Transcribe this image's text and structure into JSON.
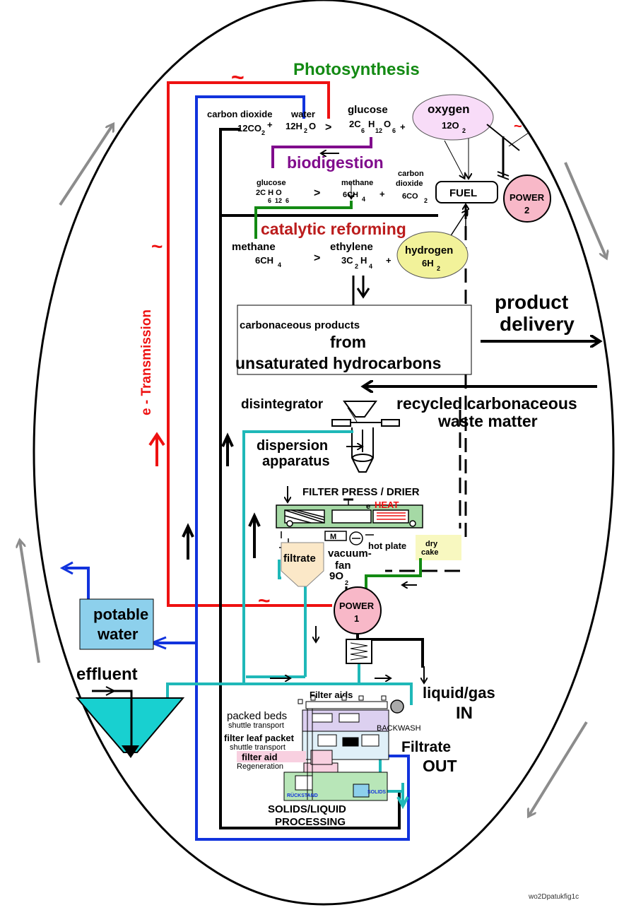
{
  "titles": {
    "photosynthesis": "Photosynthesis",
    "biodigestion": "biodigestion",
    "catalytic_reforming": "catalytic reforming",
    "transmission": "e - Transmission",
    "tilde": "~"
  },
  "photosynthesis_eq": {
    "co2_label": "carbon dioxide",
    "water_label": "water",
    "co2_formula": "12CO",
    "co2_sub": "2",
    "plus": "+",
    "water_formula": "12H",
    "water_sub": "2",
    "water_o": "O",
    "arrow": ">",
    "glucose_label": "glucose",
    "glucose_formula_a": "2C",
    "glucose_sub_a": "6",
    "glucose_formula_b": "H",
    "glucose_sub_b": "12",
    "glucose_formula_c": "O",
    "glucose_sub_c": "6",
    "plus2": "+"
  },
  "oxygen": {
    "label": "oxygen",
    "formula": "12O",
    "sub": "2"
  },
  "biodigestion_eq": {
    "glucose_label": "glucose",
    "glucose_formula": "2C H O",
    "glucose_subs": "6  12  6",
    "arrow": ">",
    "methane_label": "methane",
    "methane_formula": "6CH",
    "methane_sub": "4",
    "plus": "+",
    "co2_label_1": "carbon",
    "co2_label_2": "dioxide",
    "co2_formula": "6CO",
    "co2_sub": "2"
  },
  "fuel": "FUEL",
  "power2": {
    "label": "POWER",
    "num": "2"
  },
  "reforming_eq": {
    "methane_label": "methane",
    "methane_formula": "6CH",
    "methane_sub": "4",
    "arrow": ">",
    "ethylene_label": "ethylene",
    "ethylene_formula_a": "3C",
    "ethylene_sub_a": "2",
    "ethylene_formula_b": "H",
    "ethylene_sub_b": "4",
    "plus": "+"
  },
  "hydrogen": {
    "label": "hydrogen",
    "formula": "6H",
    "sub": "2"
  },
  "products_box": {
    "line1": "carbonaceous products",
    "line2": "from",
    "line3": "unsaturated hydrocarbons"
  },
  "product_delivery": {
    "line1": "product",
    "line2": "delivery"
  },
  "recycled": {
    "line1": "recycled carbonaceous",
    "line2": "waste matter"
  },
  "disintegrator": "disintegrator",
  "dispersion": {
    "line1": "dispersion",
    "line2": "apparatus"
  },
  "filter_press": {
    "title": "FILTER PRESS / DRIER",
    "e_heat_e": "e",
    "e_heat": "HEAT",
    "hot_plate": "hot plate",
    "vacuum_fan_1": "vacuum-",
    "vacuum_fan_2": "fan",
    "m": "M",
    "dry_cake_1": "dry",
    "dry_cake_2": "cake"
  },
  "filtrate": "filtrate",
  "o2_9": {
    "formula": "9O",
    "sub": "2"
  },
  "power1": {
    "label": "POWER",
    "num": "1"
  },
  "potable": {
    "line1": "potable",
    "line2": "water"
  },
  "effluent": "effluent",
  "processing": {
    "filter_aids": "Filter aids",
    "packed_beds": "packed beds",
    "shuttle_transport_1": "shuttle transport",
    "filter_leaf": "filter leaf packet",
    "shuttle_transport_2": "shuttle transport",
    "filter_aid": "filter aid",
    "regeneration": "Regeneration",
    "backwash": "BACKWASH",
    "ruckstand": "RÜCKSTAND",
    "solids": "SOLIDS",
    "title_1": "SOLIDS/LIQUID",
    "title_2": "PROCESSING"
  },
  "liquid_gas": {
    "line1": "liquid/gas",
    "line2": "IN"
  },
  "filtrate_out": {
    "line1": "Filtrate",
    "line2": "OUT"
  },
  "footer_id": "wo2Dpatukfig1c",
  "colors": {
    "red": "#ee1111",
    "blue": "#1133dd",
    "green": "#138a13",
    "purple": "#800c8c",
    "dark_red": "#bb1c1c",
    "cyan": "#1fb8b8",
    "gray": "#8c8c8c",
    "oxygen_fill": "#f8dcf8",
    "hydrogen_fill": "#f2f29a",
    "power_fill": "#f8b8c8",
    "potable_fill": "#8dd0ec",
    "filtrate_fill": "#fbe8c8",
    "drycake_fill": "#f8f8c0",
    "effluent_fill": "#18d0d0"
  },
  "icons": [
    "arrow-icon",
    "tilde-icon",
    "funnel-icon",
    "fan-icon",
    "coil-icon",
    "valve-icon"
  ]
}
